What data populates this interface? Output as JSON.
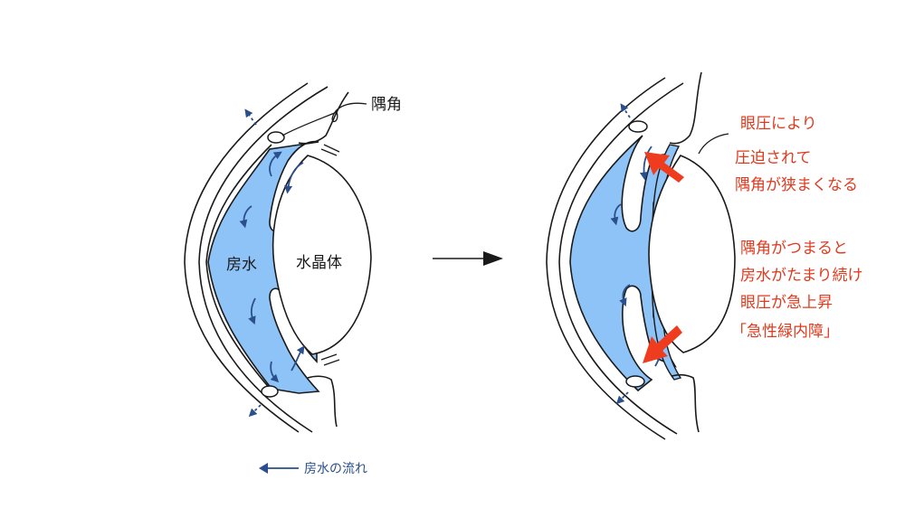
{
  "left_diagram": {
    "label_angle": "隅角",
    "label_aqueous": "房水",
    "label_lens": "水晶体"
  },
  "legend": {
    "flow_text": "房水の流れ"
  },
  "right_diagram": {
    "note1_line1": "眼圧により",
    "note1_line2": "圧迫されて",
    "note1_line3": "隅角が狭まくなる",
    "note2_line1": "隅角がつまると",
    "note2_line2": "房水がたまり続け",
    "note2_line3": "眼圧が急上昇",
    "note2_line4": "「急性緑内障」"
  },
  "colors": {
    "aqueous": "#8ec3f7",
    "flow_arrow": "#2a4f8c",
    "pressure_arrow": "#f03c1e",
    "annotation_text": "#e03a1e",
    "outline": "#1a1a1a"
  }
}
